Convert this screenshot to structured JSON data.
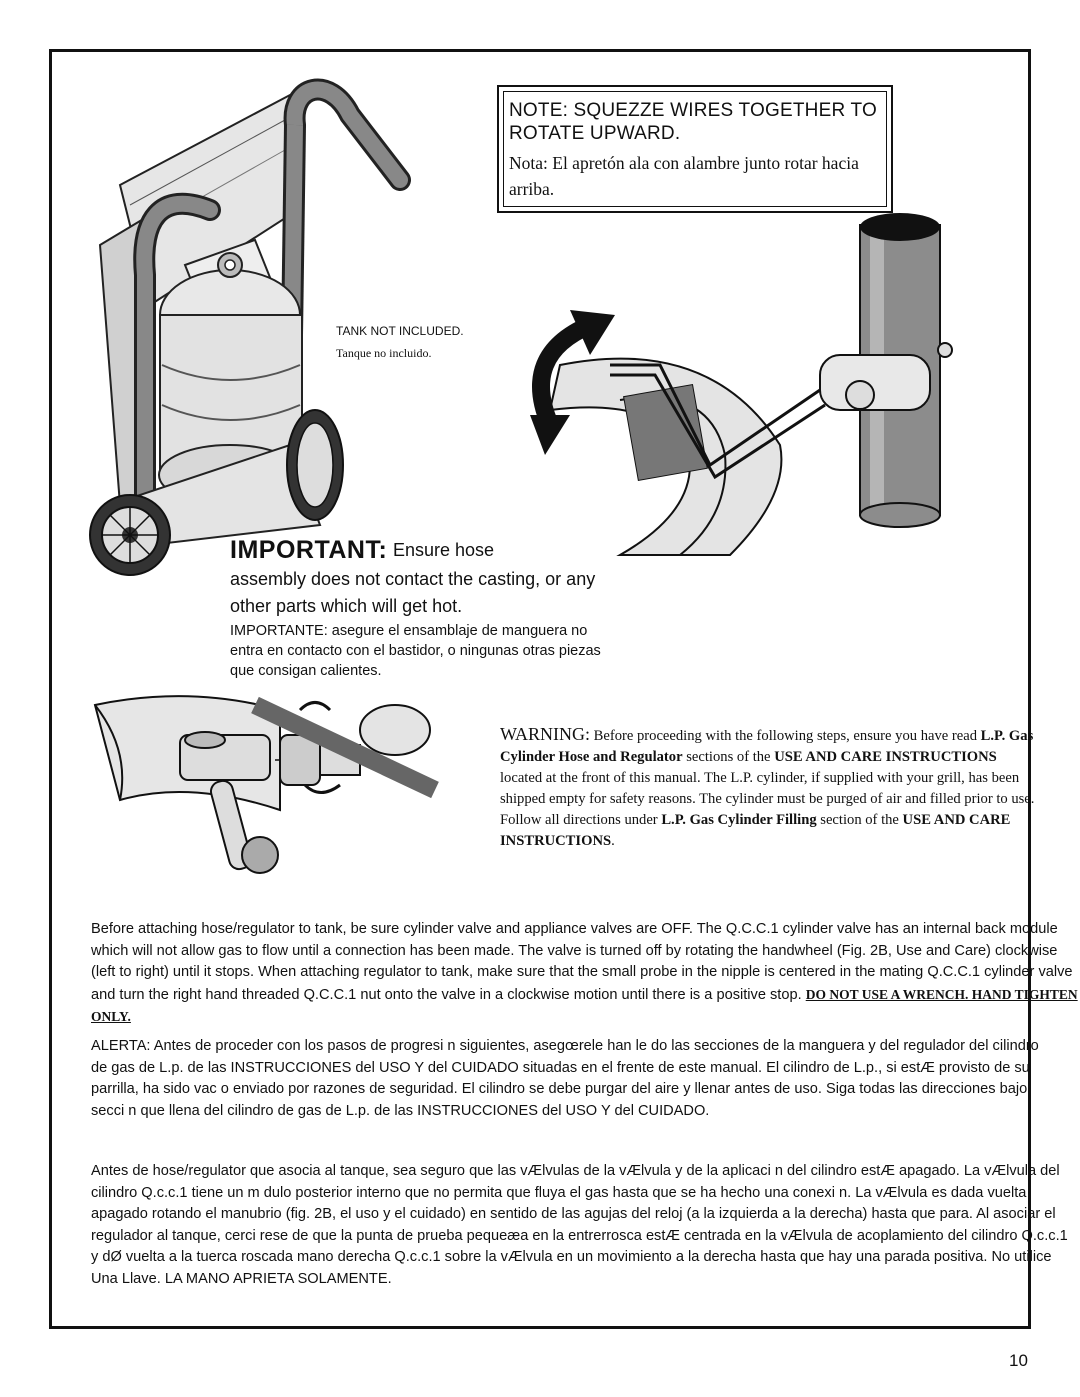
{
  "note_box": {
    "english": "NOTE: SQUEZZE WIRES TOGETHER TO ROTATE UPWARD.",
    "spanish": "Nota: El apretón ala con alambre junto rotar hacia arriba."
  },
  "tank_label": {
    "english": "TANK NOT INCLUDED.",
    "spanish": "Tanque no incluido."
  },
  "important": {
    "heading": "IMPORTANT:",
    "text_start": "Ensure hose",
    "text_rest": "assembly does not contact the casting, or any other parts which will get hot.",
    "spanish": "IMPORTANTE: asegure el ensamblaje de manguera no entra en contacto con el bastidor, o ningunas otras piezas que consigan calientes."
  },
  "warning": {
    "label": "WARNING:",
    "p1": " Before proceeding with the following steps, ensure you have read ",
    "b1": "L.P. Gas Cylinder Hose and Regulator",
    "p2": " sections of the ",
    "b2": "USE AND CARE INSTRUCTIONS",
    "p3": " located at the front of this manual.  The L.P. cylinder, if supplied with your grill, has been shipped empty for safety reasons.  The cylinder must be purged of air and filled prior to use.  Follow all directions under ",
    "b3": "L.P. Gas Cylinder Filling",
    "p4": " section of the ",
    "b4": "USE AND CARE INSTRUCTIONS",
    "p5": "."
  },
  "instructions": {
    "english_main": "Before attaching hose/regulator to tank, be sure cylinder valve and appliance valves are OFF. The Q.C.C.1 cylinder valve has an internal back module which will not allow gas to flow until a connection has been made.  The valve is turned off by rotating the handwheel (Fig. 2B, Use and Care) clockwise (left to right) until it stops.  When attaching regulator to tank, make sure that the small probe in the nipple is centered in the mating Q.C.C.1 cylinder valve and turn the right hand threaded Q.C.C.1 nut onto the valve in a clockwise motion until there is a positive stop.",
    "english_emphasis": "DO NOT USE A WRENCH. HAND TIGHTEN ONLY.",
    "alerta": "ALERTA: Antes de proceder con los pasos de progresi n siguientes, asegœrele han le do las secciones de la manguera y del regulador del cilindro de gas de L.p. de las INSTRUCCIONES del USO Y del CUIDADO situadas en el frente de este manual. El cilindro de L.p., si estÆ provisto de su parrilla, ha sido vac o enviado por razones de seguridad. El cilindro se debe purgar del aire y llenar antes de uso. Siga todas las direcciones bajo secci n que llena del cilindro de gas de L.p. de las INSTRUCCIONES del USO Y del CUIDADO.",
    "antes": "Antes de hose/regulator que asocia al tanque, sea seguro que las vÆlvulas de la vÆlvula y de la aplicaci n del cilindro estÆ apagado. La vÆlvula del cilindro Q.c.c.1 tiene un m dulo posterior interno que no permita que fluya el gas hasta que se ha hecho una conexi n. La vÆlvula es dada vuelta apagado rotando el manubrio (fig. 2B, el uso y el cuidado) en sentido de las agujas del reloj (a la izquierda a la derecha) hasta que para. Al asociar el regulador al tanque, cerci rese de que la punta de prueba pequeæa en la entrerrosca estÆ centrada en la vÆlvula de acoplamiento del cilindro Q.c.c.1 y dØ vuelta a la tuerca roscada mano derecha Q.c.c.1 sobre la vÆlvula en un movimiento a la derecha hasta que hay una parada positiva. No utilice Una Llave. LA MANO APRIETA SOLAMENTE."
  },
  "page_number": "10",
  "icons": {
    "grill_cart": "grill-cart-with-propane-tank-illustration",
    "wire_clip": "wire-clip-rotation-illustration",
    "valve_connection": "cylinder-valve-regulator-connection-illustration"
  }
}
